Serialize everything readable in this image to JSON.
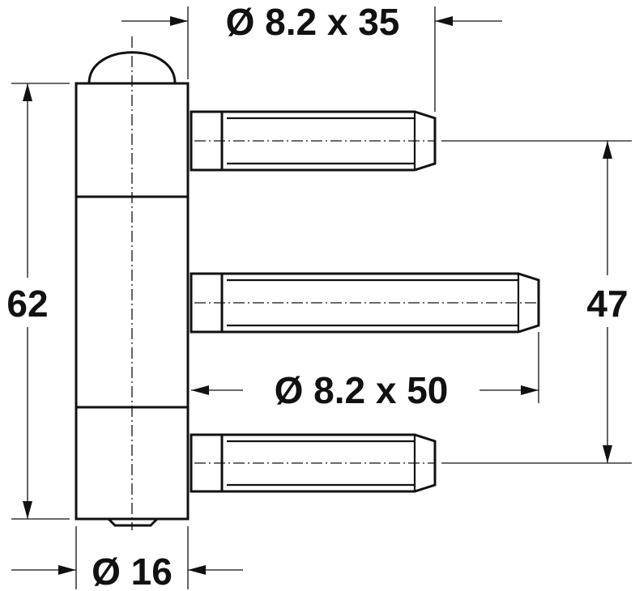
{
  "dimensions": {
    "top_pin": "Ø 8.2 x 35",
    "middle_pin": "Ø 8.2 x 50",
    "height": "62",
    "pin_spacing": "47",
    "diameter": "Ø 16"
  },
  "colors": {
    "line": "#111111",
    "background": "#ffffff"
  }
}
